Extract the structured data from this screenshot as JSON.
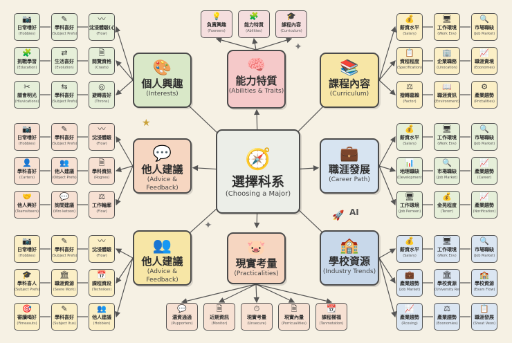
{
  "center": {
    "icon": "🧭",
    "zh": "選擇科系",
    "en": "(Choosing a Major)"
  },
  "hubs": [
    {
      "id": "ul",
      "icon": "🎨",
      "zh": "個人興趣",
      "en": "(Interests)",
      "color": "#d9e8c8"
    },
    {
      "id": "ml",
      "icon": "💬",
      "zh": "他人建議",
      "en": "(Advice & Feedback)",
      "color": "#f6d6c1"
    },
    {
      "id": "ll",
      "icon": "👥",
      "zh": "他人建議",
      "en": "(Advice & Feedback)",
      "color": "#f7e6a6"
    },
    {
      "id": "ut",
      "icon": "🧠",
      "zh": "能力特質",
      "en": "(Abilities & Traits)",
      "color": "#f5c9c9"
    },
    {
      "id": "lb",
      "icon": "🐷",
      "zh": "現實考量",
      "en": "(Practicalities)",
      "color": "#f6d6c1"
    },
    {
      "id": "ur",
      "icon": "📚",
      "zh": "課程內容",
      "en": "(Curriculum)",
      "color": "#f7e6a6"
    },
    {
      "id": "mr",
      "icon": "💼",
      "zh": "職涯發展",
      "en": "(Career Path)",
      "color": "#d7e4f1"
    },
    {
      "id": "lr",
      "icon": "🏫",
      "zh": "學校資源",
      "en": "(Industry Trends)",
      "color": "#c8d8ea"
    }
  ],
  "leaves_left": [
    [
      {
        "i": "📷",
        "zh": "日常嗜好",
        "en": "(Hobbies)"
      },
      {
        "i": "✎",
        "zh": "學科喜好",
        "en": "(Subject Prefs)"
      },
      {
        "i": "〰",
        "zh": "沈浸體驗(心流)",
        "en": "(Flow)"
      }
    ],
    [
      {
        "i": "🧩",
        "zh": "挑戰學習",
        "en": "(Education)"
      },
      {
        "i": "⇄",
        "zh": "生活喜好",
        "en": "(Evolution)"
      },
      {
        "i": "🗎",
        "zh": "閱覽資格",
        "en": "(Crasts)"
      }
    ],
    [
      {
        "i": "✂",
        "zh": "譜會明光",
        "en": "(Hluvications)"
      },
      {
        "i": "⇆",
        "zh": "學科喜好",
        "en": "(Subject Prefs)"
      },
      {
        "i": "◎",
        "zh": "避轉喜好",
        "en": "(Throns)"
      }
    ],
    [
      {
        "i": "📷",
        "zh": "日常嗜好",
        "en": "(Hobbies)"
      },
      {
        "i": "✎",
        "zh": "學科喜好",
        "en": "(Subject Prefs)"
      },
      {
        "i": "〰",
        "zh": "沈浸體驗",
        "en": "(Flow)"
      }
    ],
    [
      {
        "i": "👤",
        "zh": "學科喜好",
        "en": "(Carters)"
      },
      {
        "i": "👥",
        "zh": "他人建議",
        "en": "(Oibject Prefs)"
      },
      {
        "i": "🗎",
        "zh": "學科資訊",
        "en": "(Rognes)"
      }
    ],
    [
      {
        "i": "🤝",
        "zh": "他人興好",
        "en": "(Teamsiteers)"
      },
      {
        "i": "💬",
        "zh": "詢問建議",
        "en": "(Wro ketoon)"
      },
      {
        "i": "⚖",
        "zh": "工作輪廓",
        "en": "(Flow)"
      }
    ],
    [
      {
        "i": "📷",
        "zh": "日常嗜好",
        "en": "(Hobbies)"
      },
      {
        "i": "✎",
        "zh": "學科喜好",
        "en": "(Subject Prefs)"
      },
      {
        "i": "〰",
        "zh": "沈浸體驗",
        "en": "(Flow)"
      }
    ],
    [
      {
        "i": "🎓",
        "zh": "學科喜人",
        "en": "(Subject Prefs)"
      },
      {
        "i": "🏛",
        "zh": "職涯資源",
        "en": "(Seere Work)"
      },
      {
        "i": "📅",
        "zh": "課程資段",
        "en": "(Techniken)"
      }
    ],
    [
      {
        "i": "🎯",
        "zh": "審讀喝好",
        "en": "(Fimeasuts)"
      },
      {
        "i": "✎",
        "zh": "學科喜好",
        "en": "(Subject Itus)"
      },
      {
        "i": "👥",
        "zh": "他人建議",
        "en": "(Hobbien)"
      }
    ]
  ],
  "leaves_right": [
    [
      {
        "i": "💰",
        "zh": "薪資水平",
        "en": "(Salary)"
      },
      {
        "i": "🖥",
        "zh": "工作環境",
        "en": "(Work Env)"
      },
      {
        "i": "🔍",
        "zh": "市場職缺",
        "en": "(Job Market)"
      }
    ],
    [
      {
        "i": "📋",
        "zh": "資程程度",
        "en": "(Specification)"
      },
      {
        "i": "🏢",
        "zh": "企業職務",
        "en": "(Linocation)"
      },
      {
        "i": "📈",
        "zh": "職涯責境",
        "en": "(Eoonomes)"
      }
    ],
    [
      {
        "i": "⚖",
        "zh": "撥轉嘉賴",
        "en": "(Factor)"
      },
      {
        "i": "📖",
        "zh": "職涯資訊",
        "en": "(Environment)"
      },
      {
        "i": "⚙",
        "zh": "產業趨勢",
        "en": "(Prictalities)"
      }
    ],
    [
      {
        "i": "💰",
        "zh": "薪資水平",
        "en": "(Salary)"
      },
      {
        "i": "🖥",
        "zh": "工作環境",
        "en": "(Work Env)"
      },
      {
        "i": "🔍",
        "zh": "市場職缺",
        "en": "(Job Market)"
      }
    ],
    [
      {
        "i": "📊",
        "zh": "地理職缺",
        "en": "(Development)"
      },
      {
        "i": "🔍",
        "zh": "市場職缺",
        "en": "(Job Market)"
      },
      {
        "i": "📈",
        "zh": "產業趨勢",
        "en": "(Career)"
      }
    ],
    [
      {
        "i": "🖥",
        "zh": "工作環境",
        "en": "(Job Perreen)"
      },
      {
        "i": "💰",
        "zh": "金晃程度",
        "en": "(Terorr)"
      },
      {
        "i": "📈",
        "zh": "產業趨勢",
        "en": "(Norification)"
      }
    ],
    [
      {
        "i": "💰",
        "zh": "薪資水平",
        "en": "(Salary)"
      },
      {
        "i": "🖥",
        "zh": "工作環境",
        "en": "(Work Env)"
      },
      {
        "i": "🔍",
        "zh": "市場職缺",
        "en": "(Job Market)"
      }
    ],
    [
      {
        "i": "💼",
        "zh": "產業趨勢",
        "en": "(Job Market)"
      },
      {
        "i": "🏛",
        "zh": "學校資源",
        "en": "(University Resources)"
      },
      {
        "i": "🏫",
        "zh": "學校資源",
        "en": "(Exam Flow)"
      }
    ],
    [
      {
        "i": "📈",
        "zh": "產業趨勢",
        "en": "(Rcosing)"
      },
      {
        "i": "⚖",
        "zh": "產業趨勢",
        "en": "(Eoonomies)"
      },
      {
        "i": "📋",
        "zh": "職涯發展",
        "en": "(Sheat Veon)"
      }
    ]
  ],
  "leaves_top": [
    {
      "i": "💡",
      "zh": "負責興趣",
      "en": "(Fuereers)"
    },
    {
      "i": "🧩",
      "zh": "能力特質",
      "en": "(Abilities)"
    },
    {
      "i": "🎓",
      "zh": "課程內容",
      "en": "(Curriculum)"
    }
  ],
  "leaves_bottom": [
    {
      "i": "💬",
      "zh": "濃資通通",
      "en": "(Pupporters)"
    },
    {
      "i": "🗎",
      "zh": "近期資訊",
      "en": "(Monitor)"
    },
    {
      "i": "⏱",
      "zh": "現實考量",
      "en": "(Unsecure)"
    },
    {
      "i": "🗎",
      "zh": "現實內量",
      "en": "(Porricualities)"
    },
    {
      "i": "📆",
      "zh": "課程權福",
      "en": "(Tanmotation)"
    }
  ],
  "decor": {
    "ai": "AI",
    "rocket": "🚀",
    "star": "★",
    "sparkle": "✦"
  }
}
